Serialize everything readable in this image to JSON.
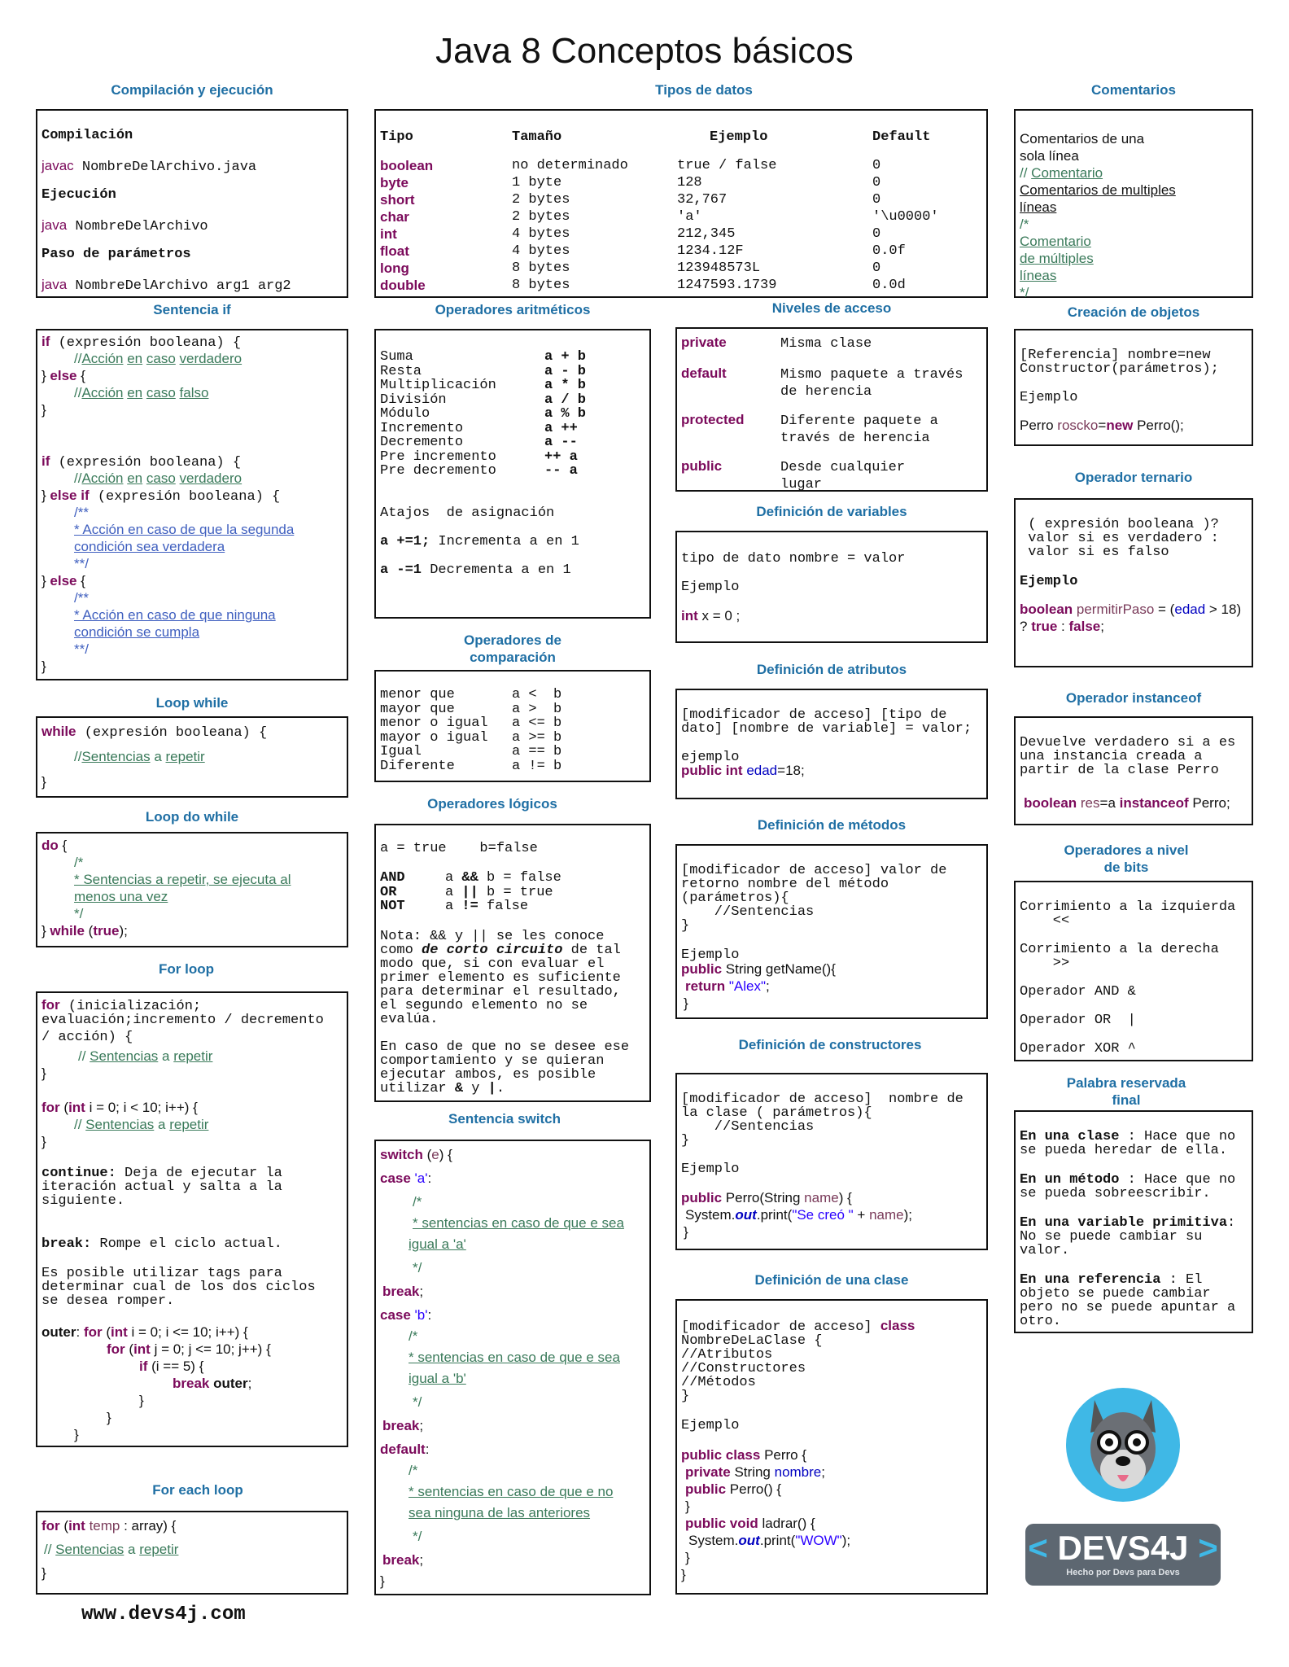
{
  "page": {
    "title": "Java 8 Conceptos básicos",
    "footer": "www.devs4j.com",
    "logo_text": "DEVS4J",
    "logo_tagline": "Hecho por Devs para Devs"
  },
  "sections": {
    "compilacion": "Compilación y ejecución",
    "tipos": "Tipos de datos",
    "comentarios": "Comentarios",
    "sentencia_if": "Sentencia if",
    "op_aritmeticos": "Operadores aritméticos",
    "niveles_acceso": "Niveles de acceso",
    "creacion_objetos": "Creación de objetos",
    "op_ternario": "Operador ternario",
    "def_variables": "Definición de variables",
    "op_comparacion_1": "Operadores de",
    "op_comparacion_2": "comparación",
    "def_atributos": "Definición de atributos",
    "loop_while": "Loop while",
    "op_instanceof": "Operador instanceof",
    "op_logicos": "Operadores lógicos",
    "loop_do_while": "Loop do while",
    "def_metodos": "Definición de métodos",
    "op_bits_1": "Operadores a nivel",
    "op_bits_2": "de bits",
    "for_loop": "For loop",
    "def_constructores": "Definición de constructores",
    "final_1": "Palabra reservada",
    "final_2": "final",
    "sentencia_switch": "Sentencia switch",
    "def_clase": "Definición de una clase",
    "for_each": "For each loop"
  },
  "compilacion": {
    "h1": "Compilación",
    "javac": "javac",
    "javac_arg": " NombreDelArchivo.java",
    "h2": "Ejecución",
    "java": "java",
    "java_arg": " NombreDelArchivo",
    "h3": "Paso de parámetros",
    "java2": "java",
    "java2_arg": " NombreDelArchivo arg1 arg2"
  },
  "tipos": {
    "headers": [
      "Tipo",
      "Tamaño",
      "Ejemplo",
      "Default"
    ],
    "rows": [
      [
        "boolean",
        "no determinado",
        "true / false",
        "0"
      ],
      [
        "byte",
        "1 byte",
        "128",
        "0"
      ],
      [
        "short",
        "2 bytes",
        "32,767",
        "0"
      ],
      [
        "char",
        "2 bytes",
        "'a'",
        "'\\u0000'"
      ],
      [
        "int",
        "4 bytes",
        "212,345",
        "0"
      ],
      [
        "float",
        "4 bytes",
        "1234.12F",
        "0.0f"
      ],
      [
        "long",
        "8 bytes",
        "123948573L",
        "0"
      ],
      [
        "double",
        "8 bytes",
        "1247593.1739",
        "0.0d"
      ]
    ]
  },
  "comentarios": {
    "l1": "Comentarios de una",
    "l2": "sola línea",
    "l3a": "// ",
    "l3b": "Comentario",
    "l4": "Comentarios de multiples",
    "l5": "líneas",
    "l6": "/*",
    "l7": "Comentario",
    "l8a": "de",
    "l8b": " múltiples",
    "l9": "líneas",
    "l10": "*/"
  },
  "sif": {
    "if": "if",
    "cond": " (expresión booleana) {",
    "c1a": "//",
    "c1b": "Acción",
    "c1c": "en",
    "c1d": "caso",
    "c1e": "verdadero",
    "close_else": "} ",
    "else": "else",
    "brace": " {",
    "c2e": "falso",
    "rbrace": "}",
    "elseif_cond": " (expresión booleana) {",
    "jd_open": "/**",
    "jd1": "* Acción en caso de que la segunda",
    "jd2": "condición sea verdadera",
    "jd3": "* Acción en caso de que ninguna",
    "jd4": "condición se cumpla",
    "jd_close": " **/"
  },
  "aritmeticos": {
    "rows": [
      [
        "Suma",
        "a + b"
      ],
      [
        "Resta",
        "a - b"
      ],
      [
        "Multiplicación",
        "a * b"
      ],
      [
        "División",
        "a / b"
      ],
      [
        "Módulo",
        "a % b"
      ],
      [
        "Incremento",
        "a ++"
      ],
      [
        "Decremento",
        "a --"
      ],
      [
        "Pre incremento",
        "++ a"
      ],
      [
        "Pre decremento",
        "-- a"
      ]
    ],
    "atajos": "Atajos  de asignación",
    "s1a": "a +=1;",
    "s1b": " Incrementa a en 1",
    "s2a": "a -=1",
    "s2b": " Decrementa a en 1"
  },
  "acceso": {
    "rows": [
      [
        "private",
        "Misma clase",
        ""
      ],
      [
        "default",
        "Mismo paquete a través",
        "de herencia"
      ],
      [
        "protected",
        "Diferente paquete a",
        "través de herencia"
      ],
      [
        "public",
        "Desde cualquier",
        "lugar"
      ]
    ]
  },
  "creacion": {
    "l1": "[Referencia] nombre=new",
    "l2": "Constructor(parámetros);",
    "l3": "Ejemplo",
    "ex1": "Perro ",
    "ex2": "roscko",
    "ex3": "=",
    "ex4": "new",
    "ex5": " Perro();"
  },
  "ternario": {
    "l1": " ( expresión booleana )?",
    "l2": " valor si es verdadero :",
    "l3": " valor si es falso",
    "l4": "Ejemplo",
    "e1": "boolean",
    "e2": " permitirPaso",
    "e3": " = (",
    "e4": "edad",
    "e5": " > 18)",
    "e6": "? ",
    "e7": "true",
    "e8": " : ",
    "e9": "false",
    "e10": ";"
  },
  "variables": {
    "l1": "tipo de dato nombre = valor",
    "l2": "Ejemplo",
    "e1": "int",
    "e2": " x = 0 ;"
  },
  "comparacion": {
    "rows": [
      [
        "menor que",
        "a <  b"
      ],
      [
        "mayor que",
        "a >  b"
      ],
      [
        "menor o igual",
        "a <= b"
      ],
      [
        "mayor o igual",
        "a >= b"
      ],
      [
        "Igual",
        "a == b"
      ],
      [
        "Diferente",
        "a != b"
      ]
    ]
  },
  "atributos": {
    "l1": "[modificador de acceso] [tipo de",
    "l2": "dato] [nombre de variable] = valor;",
    "l3": "ejemplo",
    "e1": "public",
    "e2": "int",
    "e3": "edad",
    "e4": "=18;"
  },
  "while": {
    "kw": "while",
    "cond": " (expresión booleana) {",
    "c1": "//",
    "c2": "Sentencias",
    "c3": "a",
    "c4": "repetir",
    "close": "}"
  },
  "instanceof": {
    "l1": "Devuelve verdadero si a es",
    "l2": "una instancia creada a",
    "l3": "partir de la clase Perro",
    "e1": "boolean",
    "e2": " res",
    "e3": "=a ",
    "e4": "instanceof",
    "e5": " Perro;"
  },
  "logicos": {
    "l1": "a = true    b=false",
    "rows": [
      [
        "AND",
        "a ",
        "&&",
        " b = false"
      ],
      [
        "OR",
        "a ",
        "||",
        " b = true"
      ],
      [
        "NOT",
        "a ",
        "!=",
        " false"
      ]
    ],
    "n1": "Nota: && y || se les conoce",
    "n2a": "como ",
    "n2b": "de corto circuito",
    "n2c": " de tal",
    "n3": "modo que, si con evaluar el",
    "n4": "primer elemento es suficiente",
    "n5": "para determinar el resultado,",
    "n6": "el segundo elemento no se",
    "n7": "evalúa.",
    "m1": "En caso de que no se desee ese",
    "m2": "comportamiento y se quieran",
    "m3": "ejecutar ambos, es posible",
    "m4a": "utilizar ",
    "m4b": "&",
    "m4c": " y ",
    "m4d": "|",
    "m4e": "."
  },
  "dowhile": {
    "do": "do",
    "brace": " {",
    "c_open": "/*",
    "c1": "* Sentencias a repetir, se ejecuta al",
    "c2": "menos una vez",
    "c_close": " */",
    "close": "} ",
    "while": "while",
    "p1": " (",
    "true": "true",
    "p2": ");"
  },
  "metodos": {
    "l1": "[modificador de acceso] valor de",
    "l2": "retorno nombre del método",
    "l3": "(parámetros){",
    "l4": "    //Sentencias",
    "l5": "}",
    "l6": "Ejemplo",
    "e1": "public",
    "e2": " String getName(){",
    "e3": "return",
    "e4": "\"Alex\"",
    "e5": ";",
    "e6": "}"
  },
  "bits": {
    "l1": "Corrimiento a la izquierda",
    "l2": "    <<",
    "l3": "Corrimiento a la derecha",
    "l4": "    >>",
    "l5": "Operador AND &",
    "l6": "Operador OR  |",
    "l7": "Operador XOR ^"
  },
  "for": {
    "kw": "for",
    "l1": " (inicialización;",
    "l2": "evaluación;incremento / decremento",
    "l3": "/ acción) {",
    "c1": "// ",
    "c2": "Sentencias",
    "c3": "a",
    "c4": "repetir",
    "close": "}",
    "f2a": " (",
    "f2b": "int",
    "f2c": " i = 0; i < 10; i++) {",
    "cont1a": "continue:",
    "cont1b": " Deja de ejecutar la",
    "cont2": "iteración actual y salta a la",
    "cont3": "siguiente.",
    "brk1a": "break:",
    "brk1b": " Rompe el ciclo actual.",
    "t1": "Es posible utilizar tags para",
    "t2": "determinar cual de los dos ciclos",
    "t3": "se desea romper.",
    "o1a": "outer",
    "o1b": ": ",
    "o1c": " i = 0; i <= 10; i++) {",
    "o2c": " j = 0; j <= 10; j++) {",
    "o3a": "if",
    "o3b": " (i == 5) {",
    "o4a": "break",
    "o4b": " outer",
    "o4c": ";",
    "r": "}"
  },
  "constructores": {
    "l1": "[modificador de acceso]  nombre de",
    "l2": "la clase ( parámetros){",
    "l3": "    //Sentencias",
    "l4": "}",
    "l5": "Ejemplo",
    "e1": "public",
    "e2": " Perro(String ",
    "e3": "name",
    "e4": ") {",
    "e5": "System.",
    "e6": "out",
    "e7": ".print(",
    "e8": "\"Se creó  \"",
    "e9": " + ",
    "e10": "name",
    "e11": ");",
    "e12": "}"
  },
  "final": {
    "a1": "En una clase",
    "a2": " : Hace que no",
    "a3": "se pueda heredar de ella.",
    "b1": "En un método",
    "b2": " : Hace que no",
    "b3": "se pueda sobreescribir.",
    "c1": "En una variable primitiva",
    "c2": ":",
    "c3": "No se puede cambiar su",
    "c4": "valor.",
    "d1": "En una referencia",
    "d2": " : El",
    "d3": "objeto se puede cambiar",
    "d4": "pero no se puede apuntar a",
    "d5": "otro."
  },
  "switch": {
    "kw": "switch",
    "cond1": " (",
    "e": "e",
    "cond2": ") {",
    "case": "case",
    "ca": " 'a'",
    "colon": ":",
    "c_open": "/*",
    "s1": "* sentencias en caso de que e sea",
    "s2": "igual a 'a'",
    "c_close": "*/",
    "break": "break",
    "semi": ";",
    "cb": " 'b'",
    "s3": "igual a 'b'",
    "default": "default",
    "s4": "* sentencias en caso de que e no",
    "s5": "sea ninguna de las anteriores",
    "close": "}"
  },
  "clase": {
    "l1a": "[modificador de acceso] ",
    "l1b": "class",
    "l2": "NombreDeLaClase {",
    "l3": "//Atributos",
    "l4": "//Constructores",
    "l5": "//Métodos",
    "l6": "}",
    "l7": "Ejemplo",
    "e1a": "public",
    "e1b": "class",
    "e1c": " Perro {",
    "e2a": "private",
    "e2b": " String ",
    "e2c": "nombre",
    "e2d": ";",
    "e3a": "public",
    "e3b": " Perro() {",
    "e4": "}",
    "e5a": "public",
    "e5b": "void",
    "e5c": " ladrar() {",
    "e6a": "System.",
    "e6b": "out",
    "e6c": ".print(",
    "e6d": "\"WOW\"",
    "e6e": ");",
    "e7": "}",
    "e8": "}"
  },
  "foreach": {
    "kw": "for",
    "p1": " (",
    "int": "int",
    "temp": " temp",
    "p2": " : array) {",
    "c1": "// ",
    "c2": "Sentencias",
    "c3": "a",
    "c4": "repetir",
    "close": "}"
  }
}
